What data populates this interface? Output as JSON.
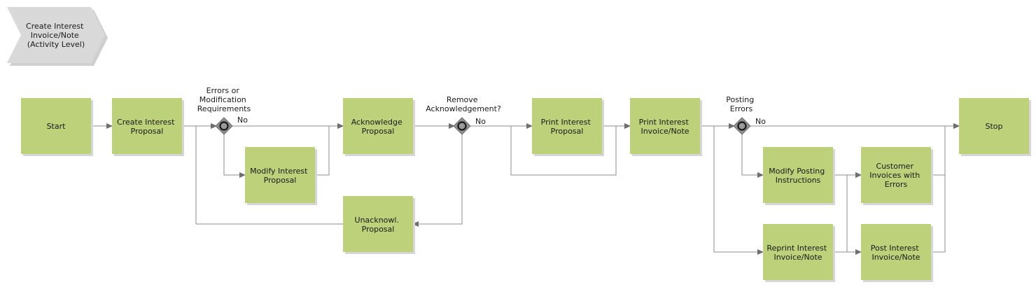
{
  "header": {
    "title_lines": [
      "Create Interest",
      "Invoice/Note",
      "(Activity Level)"
    ]
  },
  "nodes": {
    "start": "Start",
    "create": [
      "Create Interest",
      "Proposal"
    ],
    "modify": [
      "Modify Interest",
      "Proposal"
    ],
    "ack": [
      "Acknowledge",
      "Proposal"
    ],
    "unack": [
      "Unacknowl.",
      "Proposal"
    ],
    "print_prop": [
      "Print Interest",
      "Proposal"
    ],
    "print_inv": [
      "Print Interest",
      "Invoice/Note"
    ],
    "mod_post": [
      "Modify Posting",
      "Instructions"
    ],
    "cust_err": [
      "Customer",
      "Invoices with",
      "Errors"
    ],
    "reprint": [
      "Reprint Interest",
      "Invoice/Note"
    ],
    "post": [
      "Post Interest",
      "Invoice/Note"
    ],
    "stop": "Stop"
  },
  "gateways": {
    "g1": [
      "Errors or",
      "Modification",
      "Requirements"
    ],
    "g2": [
      "Remove",
      "Acknowledgement?"
    ],
    "g3": [
      "Posting",
      "Errors"
    ]
  },
  "edge_labels": {
    "no": "No"
  },
  "colors": {
    "task_fill": "#bcd17a",
    "gateway_fill": "#8f8f8f",
    "edge": "#8c8c8c",
    "header_fill": "#d9d9d9"
  }
}
